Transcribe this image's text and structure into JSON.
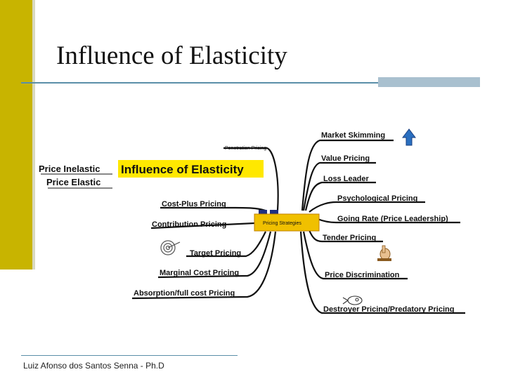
{
  "slide": {
    "title": "Influence of Elasticity",
    "footer": "Luiz Afonso dos Santos Senna - Ph.D"
  },
  "mindmap": {
    "center": "Pricing Strategies",
    "headline": "Influence of Elasticity",
    "elasticity_labels": [
      "Price Inelastic",
      "Price Elastic"
    ],
    "top_branch": "Penetration Pricing",
    "left_branches": [
      "Cost-Plus Pricing",
      "Contribution Pricing",
      "Target Pricing",
      "Marginal Cost Pricing",
      "Absorption/full cost Pricing"
    ],
    "right_branches": [
      "Market Skimming",
      "Value Pricing",
      "Loss Leader",
      "Psychological Pricing",
      "Going Rate (Price Leadership)",
      "Tender Pricing",
      "Price Discrimination",
      "Destroyer Pricing/Predatory Pricing"
    ],
    "colors": {
      "side_bar": "#c8b400",
      "rule": "#5a8fa8",
      "center_box": "#f0c000",
      "highlight": "#ffe800",
      "branch": "#111111",
      "arrow_icon": "#2a6fc0"
    },
    "icons": [
      "up-arrow-icon",
      "target-icon",
      "hand-icon",
      "rocket-icon"
    ]
  }
}
